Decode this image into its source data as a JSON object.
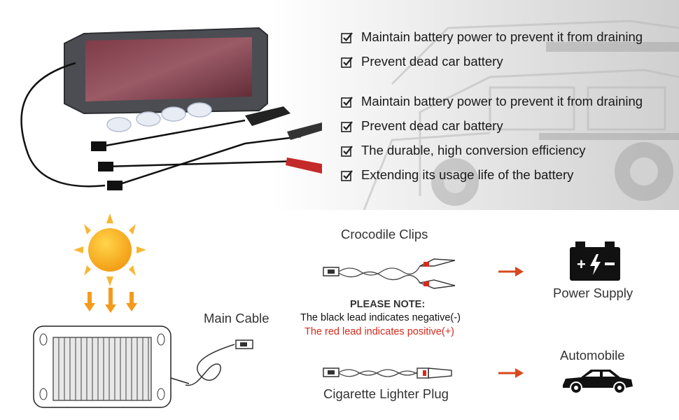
{
  "features": [
    "Maintain battery power to prevent it from draining",
    "Prevent dead car battery",
    "Maintain battery power to prevent it from draining",
    "Prevent dead car battery",
    "The durable, high conversion efficiency",
    "Extending its usage life of the battery"
  ],
  "diagram": {
    "crocodile_clips_label": "Crocodile Clips",
    "main_cable_label": "Main Cable",
    "note_title": "PLEASE NOTE:",
    "note_black": "The black lead indicates negative(-)",
    "note_red": "The red lead indicates positive(+)",
    "cigarette_plug_label": "Cigarette Lighter Plug",
    "power_supply_label": "Power Supply",
    "automobile_label": "Automobile"
  },
  "colors": {
    "arrow": "#d9481c",
    "note_red": "#d42b1e",
    "sun": "#f7a81b",
    "panel_top": "#6e2f3a"
  },
  "icons": [
    "check-icon",
    "sun-icon",
    "battery-icon",
    "car-icon",
    "arrow-right-icon"
  ]
}
